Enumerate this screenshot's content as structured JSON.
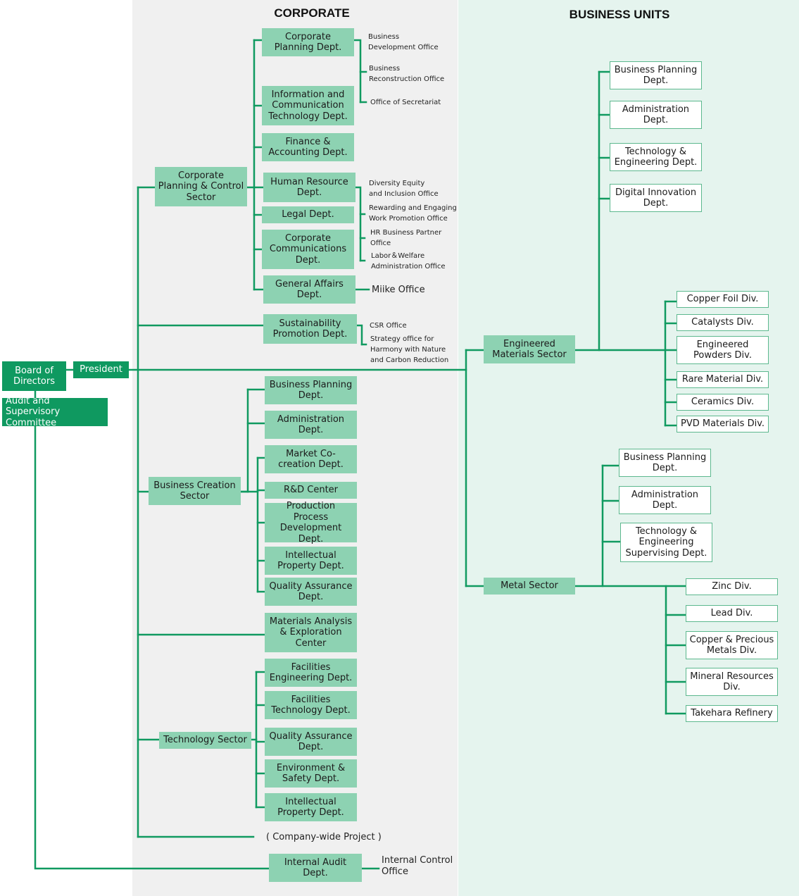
{
  "colors": {
    "dark_green": "#0f9960",
    "light_green": "#8dd2b2",
    "line_green": "#109a60",
    "corporate_panel": "#f0f0f0",
    "business_panel": "#e5f4ee"
  },
  "headings": {
    "corporate": "CORPORATE",
    "business_units": "BUSINESS UNITS"
  },
  "top": {
    "board": "Board of\nDirectors",
    "president": "President",
    "audit_committee": "Audit and Supervisory\nCommittee"
  },
  "corporate": {
    "planning_sector": "Corporate\nPlanning & Control\nSector",
    "planning_depts": [
      "Corporate\nPlanning Dept.",
      "Information and\nCommunication\nTechnology Dept.",
      "Finance &\nAccounting Dept.",
      "Human Resource\nDept.",
      "Legal Dept.",
      "Corporate\nCommunications\nDept.",
      "General Affairs\nDept."
    ],
    "planning_offices": [
      "Business\nDevelopment Office",
      "Business\nReconstruction Office",
      "Office of Secretariat"
    ],
    "hr_offices": [
      "Diversity Equity\nand Inclusion Office",
      "Rewarding and Engaging\nWork Promotion Office",
      "HR Business Partner\nOffice",
      "Labor＆Welfare\nAdministration Office"
    ],
    "miike_office": "Miike Office",
    "sustainability": "Sustainability\nPromotion Dept.",
    "sustainability_offices": [
      "CSR Office",
      "Strategy office for\nHarmony with Nature\nand Carbon Reduction"
    ],
    "creation_sector": "Business Creation\nSector",
    "creation_depts": [
      "Business Planning\nDept.",
      "Administration\nDept.",
      "Market Co-\ncreation Dept.",
      "R&D Center",
      "Production\nProcess\nDevelopment Dept.",
      "Intellectual\nProperty Dept.",
      "Quality Assurance\nDept."
    ],
    "materials_center": "Materials Analysis\n& Exploration\nCenter",
    "technology_sector": "Technology Sector",
    "technology_depts": [
      "Facilities\nEngineering Dept.",
      "Facilities\nTechnology Dept.",
      "Quality Assurance\nDept.",
      "Environment &\nSafety Dept.",
      "Intellectual\nProperty Dept."
    ],
    "company_project": "( Company-wide Project )",
    "internal_audit": "Internal Audit\nDept.",
    "internal_control": "Internal Control\nOffice"
  },
  "business_units": {
    "engineered_sector": "Engineered\nMaterials Sector",
    "engineered_depts": [
      "Business Planning\nDept.",
      "Administration\nDept.",
      "Technology &\nEngineering Dept.",
      "Digital Innovation\nDept."
    ],
    "engineered_divs": [
      "Copper Foil Div.",
      "Catalysts Div.",
      "Engineered\nPowders Div.",
      "Rare Material Div.",
      "Ceramics Div.",
      "PVD Materials Div."
    ],
    "metal_sector": "Metal Sector",
    "metal_depts": [
      "Business Planning\nDept.",
      "Administration\nDept.",
      "Technology &\nEngineering\nSupervising Dept."
    ],
    "metal_divs": [
      "Zinc Div.",
      "Lead Div.",
      "Copper & Precious\nMetals Div.",
      "Mineral Resources\nDiv.",
      "Takehara Refinery"
    ]
  }
}
